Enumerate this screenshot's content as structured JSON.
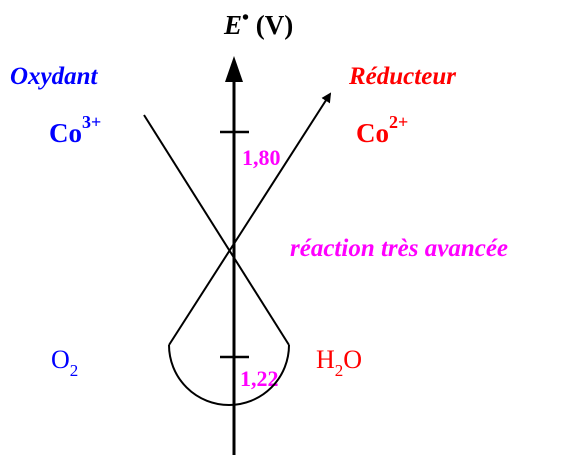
{
  "axis": {
    "symbol": "E",
    "superscript": "•",
    "unit": "(V)"
  },
  "headers": {
    "oxidant": "Oxydant",
    "reductant": "Réducteur"
  },
  "couples": [
    {
      "oxidant": "Co",
      "oxidant_charge": "3+",
      "reductant": "Co",
      "reductant_charge": "2+",
      "potential": "1,80"
    },
    {
      "oxidant": "O",
      "oxidant_subscript": "2",
      "reductant": "H",
      "reductant_subscript": "2",
      "reductant_suffix": "O",
      "potential": "1,22"
    }
  ],
  "annotation": "réaction très avancée",
  "colors": {
    "oxidant": "#0000ff",
    "reductant": "#ff0000",
    "potential": "#ff00ff",
    "lines": "#000000"
  }
}
